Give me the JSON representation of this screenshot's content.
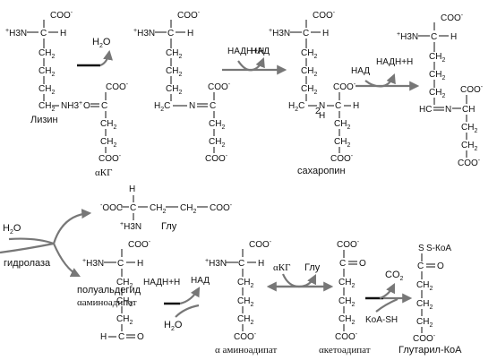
{
  "labels": {
    "lysine": "Лизин",
    "akg": "αКГ",
    "saccharopine": "сахаропин",
    "glu": "Глу",
    "hydrolase": "гидролаза",
    "semialdehyde_1": "полуальдегид",
    "semialdehyde_2": "αаминоадипат",
    "aminoadipate": "α аминоадипат",
    "ketoadipate": "αкетоадипат",
    "glutaryl_coa": "Глутарил-КоА"
  },
  "reagents": {
    "h2o": "H2O",
    "nadh_h": "НАДН+Н",
    "nad": "НАД",
    "co2": "CO2",
    "koa_sh": "KoA-SH",
    "akg": "αКГ",
    "glu": "Глу",
    "s_koa": "S-КоА"
  },
  "groups": {
    "coo": "COO",
    "nh3": "H3N",
    "ch": "C",
    "h": "H",
    "ch2": "CH2",
    "nh3_right": "NH3+",
    "c_o": "C",
    "o": "O",
    "n": "N",
    "hc": "HC",
    "minus": "-",
    "plus": "+"
  }
}
